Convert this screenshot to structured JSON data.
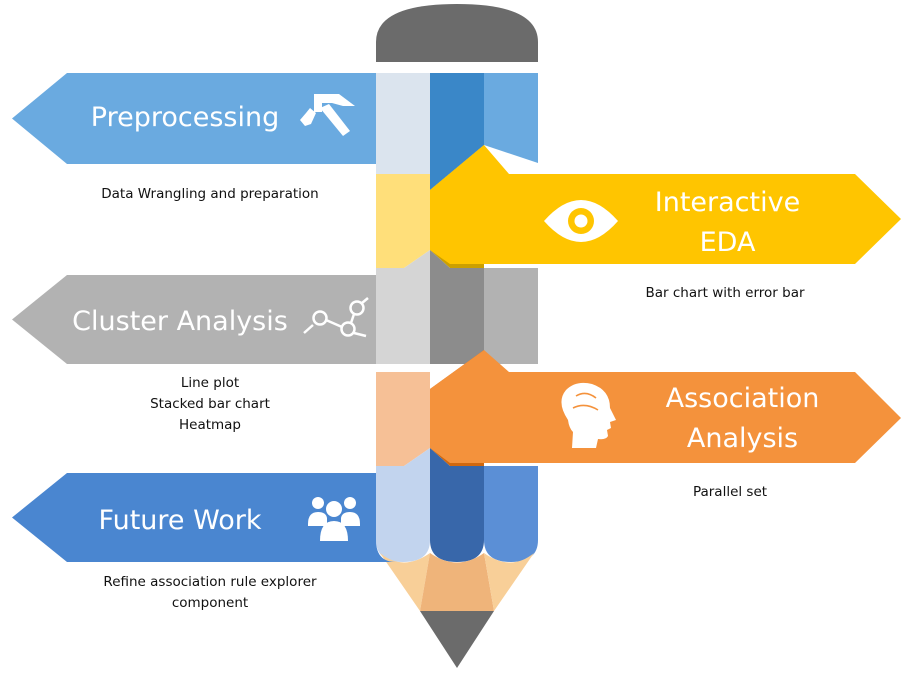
{
  "stages": [
    {
      "title": "Preprocessing",
      "icon": "hammer-icon",
      "color": "#6aaae0",
      "lines": [
        "Data Wrangling and preparation"
      ]
    },
    {
      "title": "Interactive\nEDA",
      "icon": "eye-icon",
      "color": "#ffc500",
      "lines": [
        "Bar chart with error bar"
      ]
    },
    {
      "title": "Cluster Analysis",
      "icon": "scatter-line-icon",
      "color": "#b2b2b2",
      "lines": [
        "Line plot",
        "Stacked bar chart",
        "Heatmap"
      ]
    },
    {
      "title": "Association\nAnalysis",
      "icon": "head-profile-icon",
      "color": "#f4923c",
      "lines": [
        "Parallel set"
      ]
    },
    {
      "title": "Future Work",
      "icon": "group-icon",
      "color": "#4a86d0",
      "lines": [
        "Refine association rule explorer",
        "component"
      ]
    }
  ]
}
